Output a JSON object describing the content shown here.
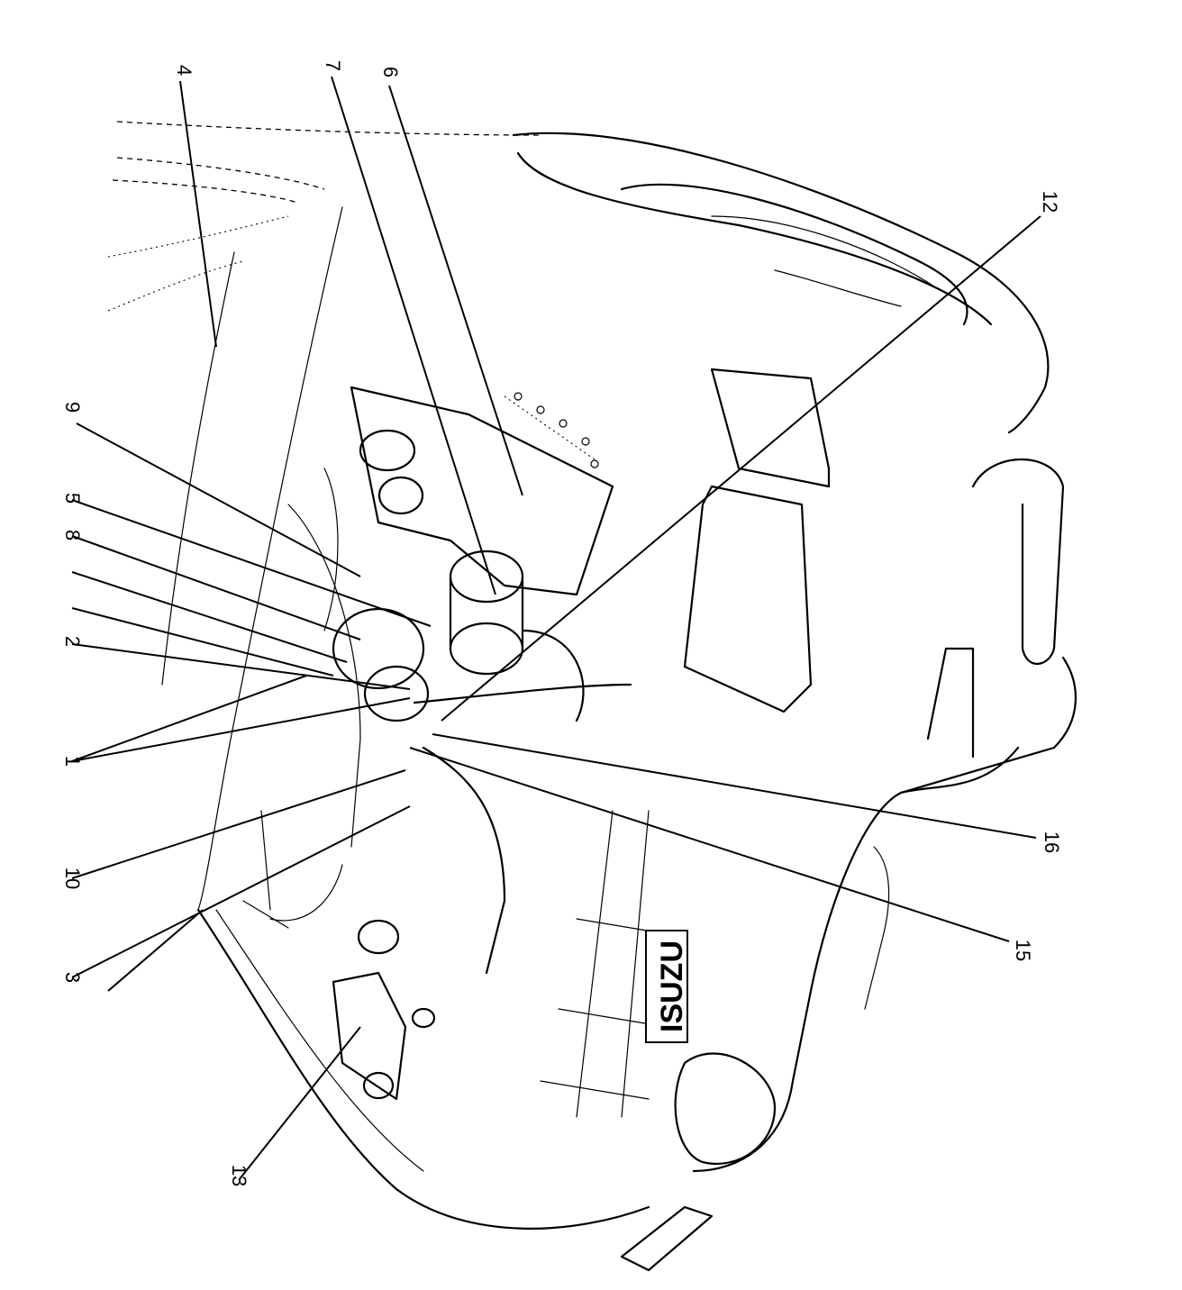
{
  "diagram": {
    "logo": "ISUZU",
    "callouts": [
      {
        "id": "1",
        "label": "1"
      },
      {
        "id": "2",
        "label": "2"
      },
      {
        "id": "3",
        "label": "3"
      },
      {
        "id": "4",
        "label": "4"
      },
      {
        "id": "5",
        "label": "5"
      },
      {
        "id": "6",
        "label": "6"
      },
      {
        "id": "7",
        "label": "7"
      },
      {
        "id": "8",
        "label": "8"
      },
      {
        "id": "9",
        "label": "9"
      },
      {
        "id": "10",
        "label": "10"
      },
      {
        "id": "12",
        "label": "12"
      },
      {
        "id": "13",
        "label": "13"
      },
      {
        "id": "15",
        "label": "15"
      },
      {
        "id": "16",
        "label": "16"
      }
    ]
  }
}
